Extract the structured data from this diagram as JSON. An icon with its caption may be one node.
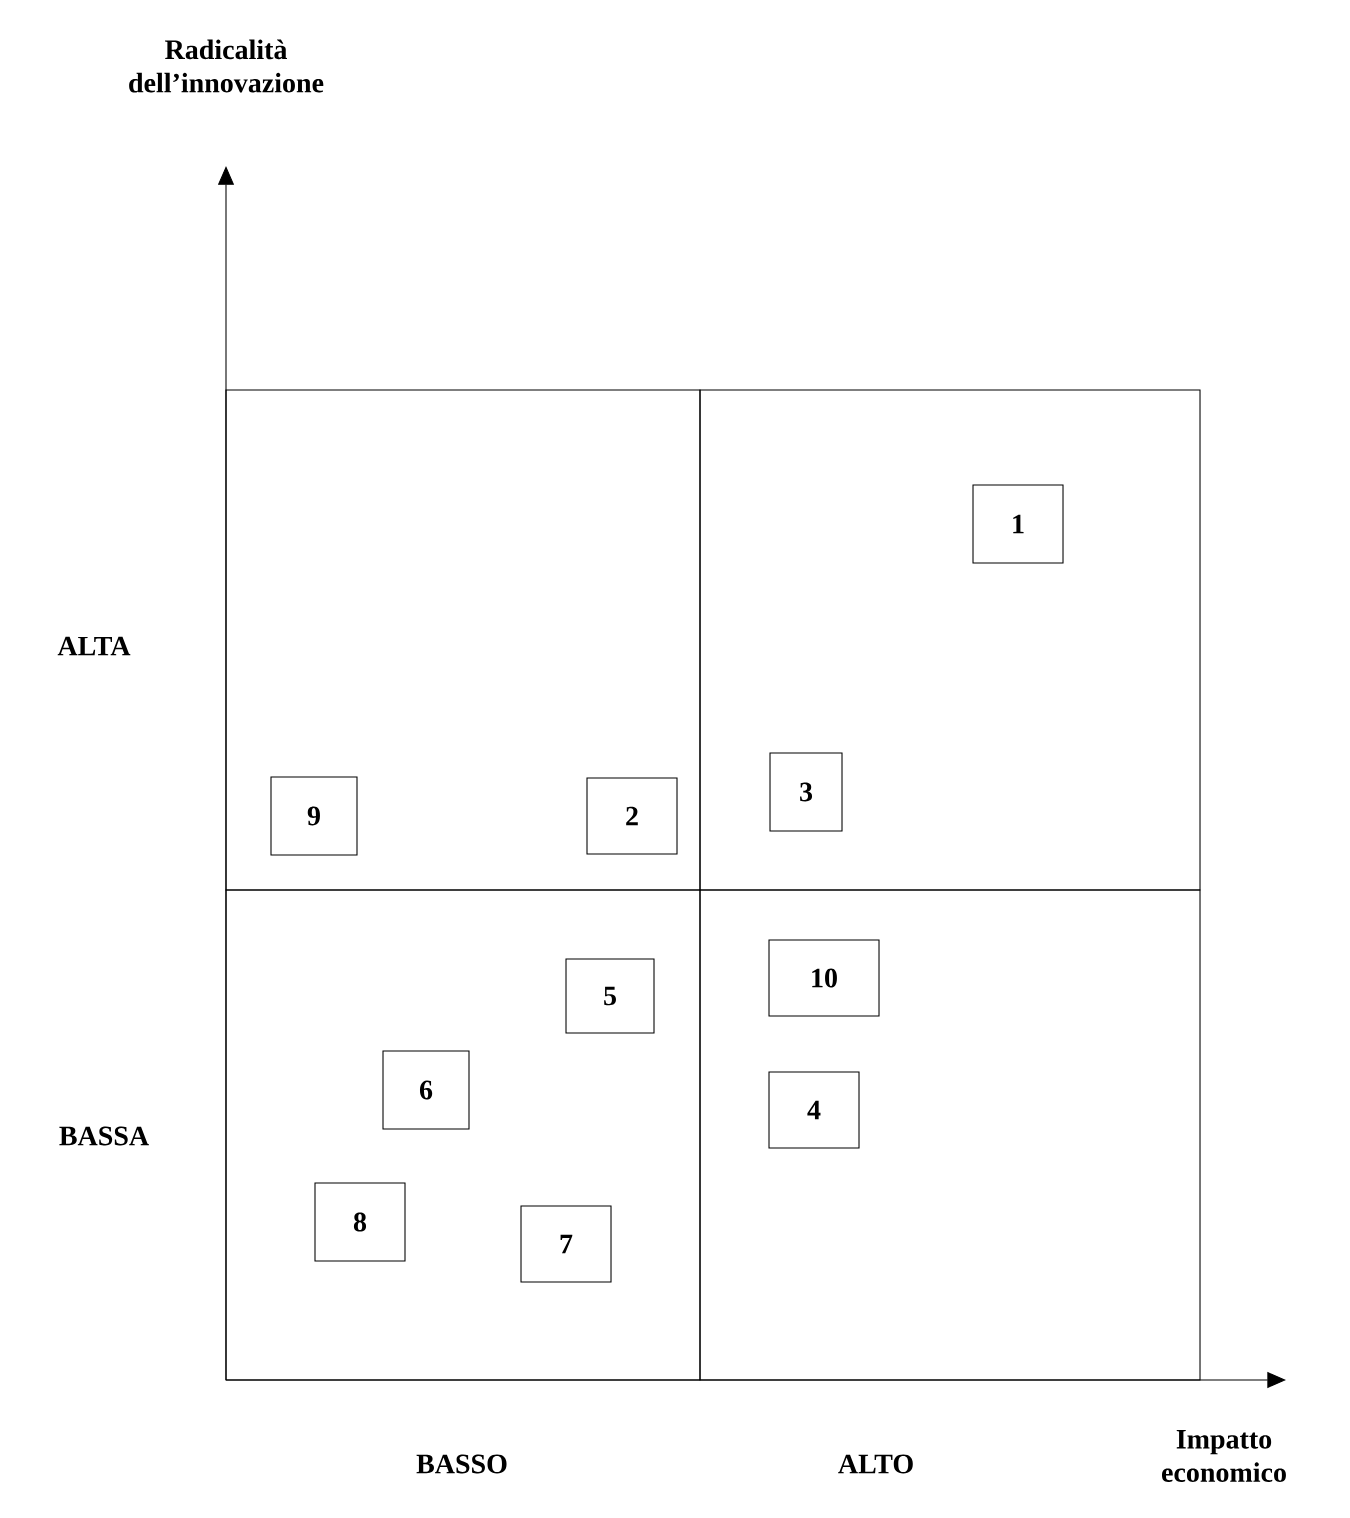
{
  "diagram": {
    "nodes": [
      {
        "text": [],
        "shape": "box"
      },
      {
        "text": [],
        "shape": "box"
      },
      {
        "text": [],
        "shape": "box"
      },
      {
        "text": [],
        "shape": "box"
      },
      {
        "text": [
          "1"
        ],
        "in": 1
      },
      {
        "text": [
          "3"
        ],
        "in": 1
      },
      {
        "text": [
          "9"
        ],
        "in": 0
      },
      {
        "text": [
          "2"
        ],
        "in": 0
      },
      {
        "text": [
          "5"
        ],
        "in": 2
      },
      {
        "text": [
          "10"
        ],
        "in": 3
      },
      {
        "text": [
          "6"
        ],
        "in": 2
      },
      {
        "text": [
          "4"
        ],
        "in": 3
      },
      {
        "text": [
          "8"
        ],
        "in": 2
      },
      {
        "text": [
          "7"
        ],
        "in": 2
      }
    ],
    "labels": [
      "Radicalità dell’innovazione",
      "ALTA",
      "BASSA",
      "BASSO",
      "ALTO",
      "Impatto economico"
    ]
  }
}
